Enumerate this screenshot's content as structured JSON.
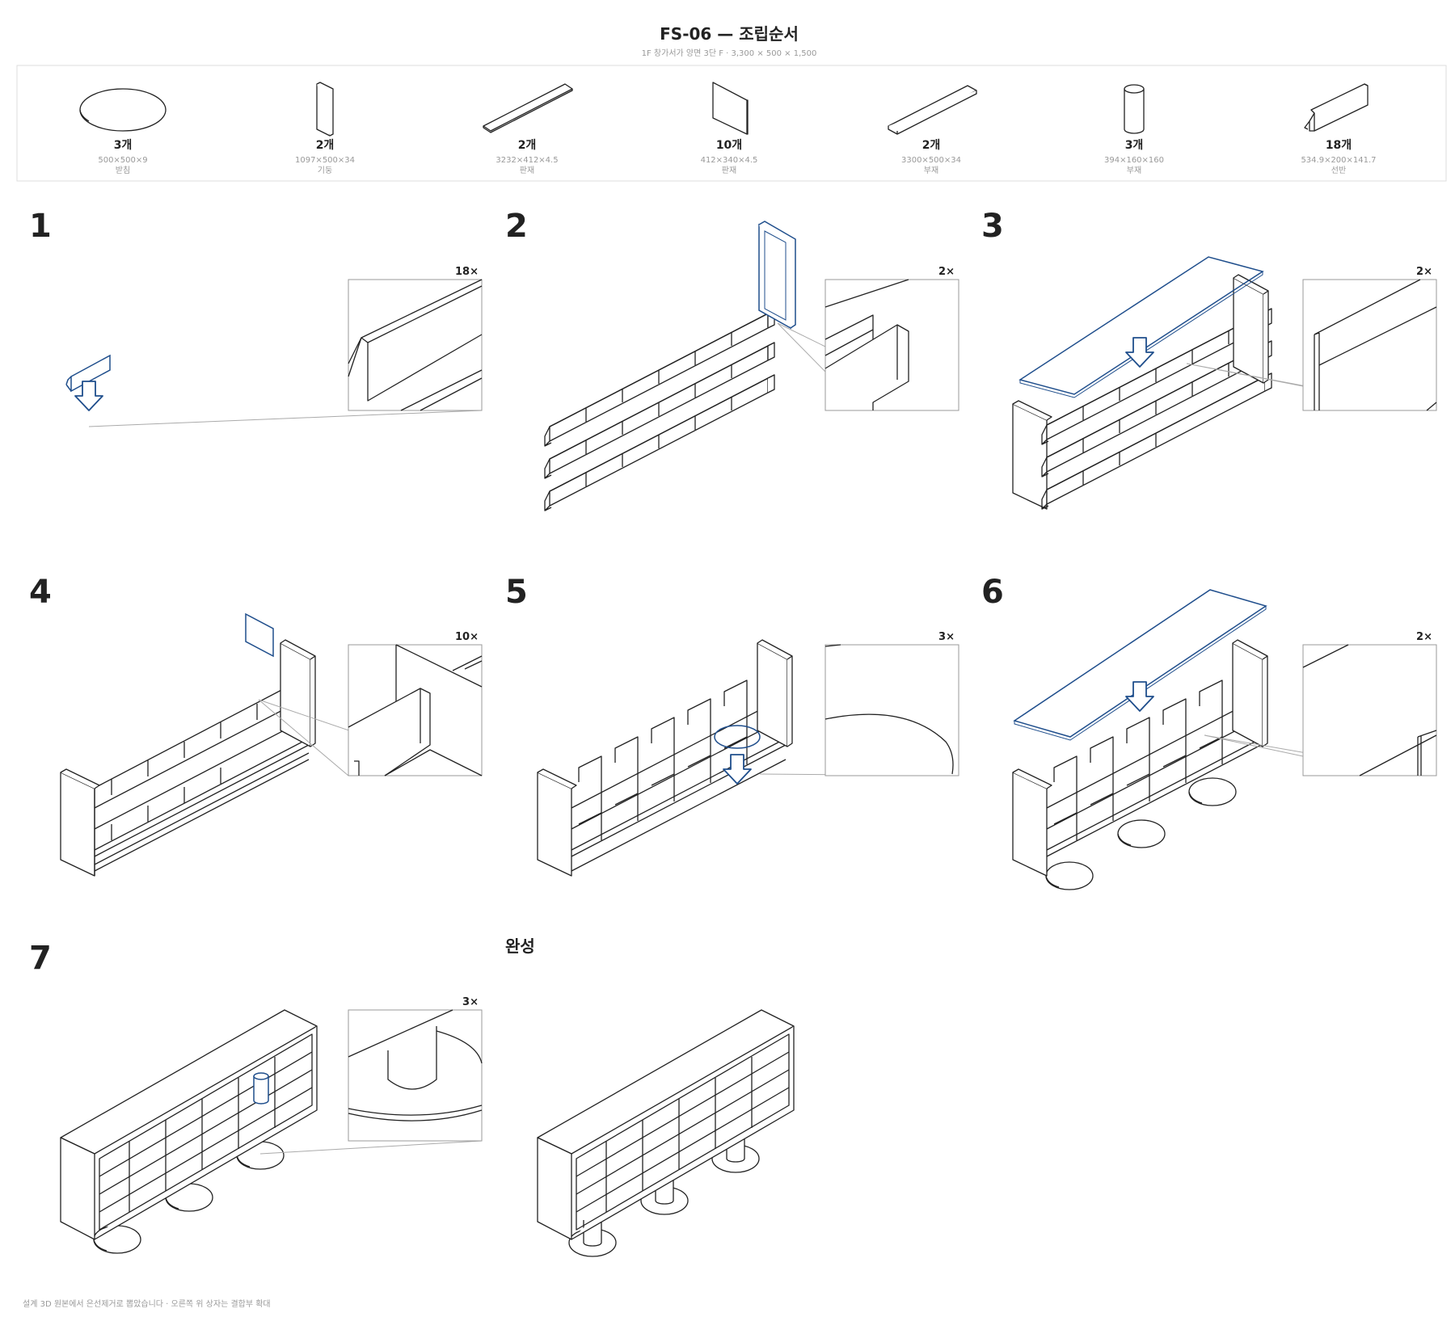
{
  "header": {
    "title": "FS-06 — 조립순서",
    "subtitle": "1F 창가서가 양면 3단 F · 3,300 × 500 × 1,500"
  },
  "parts": [
    {
      "qty": "3개",
      "dims": "500×500×9",
      "name": "받침",
      "icon": "disc-icon"
    },
    {
      "qty": "2개",
      "dims": "1097×500×34",
      "name": "기둥",
      "icon": "upright-panel-icon"
    },
    {
      "qty": "2개",
      "dims": "3232×412×4.5",
      "name": "판재",
      "icon": "long-board-icon"
    },
    {
      "qty": "10개",
      "dims": "412×340×4.5",
      "name": "판재",
      "icon": "square-panel-icon"
    },
    {
      "qty": "2개",
      "dims": "3300×500×34",
      "name": "부재",
      "icon": "thick-plank-icon"
    },
    {
      "qty": "3개",
      "dims": "394×160×160",
      "name": "부재",
      "icon": "cylinder-icon"
    },
    {
      "qty": "18개",
      "dims": "534.9×200×141.7",
      "name": "선반",
      "icon": "angled-shelf-icon"
    }
  ],
  "steps": [
    {
      "number": "1",
      "multiplier": "18×"
    },
    {
      "number": "2",
      "multiplier": "2×"
    },
    {
      "number": "3",
      "multiplier": "2×"
    },
    {
      "number": "4",
      "multiplier": "10×"
    },
    {
      "number": "5",
      "multiplier": "3×"
    },
    {
      "number": "6",
      "multiplier": "2×"
    },
    {
      "number": "7",
      "multiplier": "3×"
    }
  ],
  "completed_label": "완성",
  "footer": "설계 3D 원본에서 은선제거로 뽑았습니다 · 오른쪽 위 상자는 결합부 확대",
  "colors": {
    "accent": "#1f4e8c",
    "line": "#222222",
    "muted": "#999999"
  }
}
